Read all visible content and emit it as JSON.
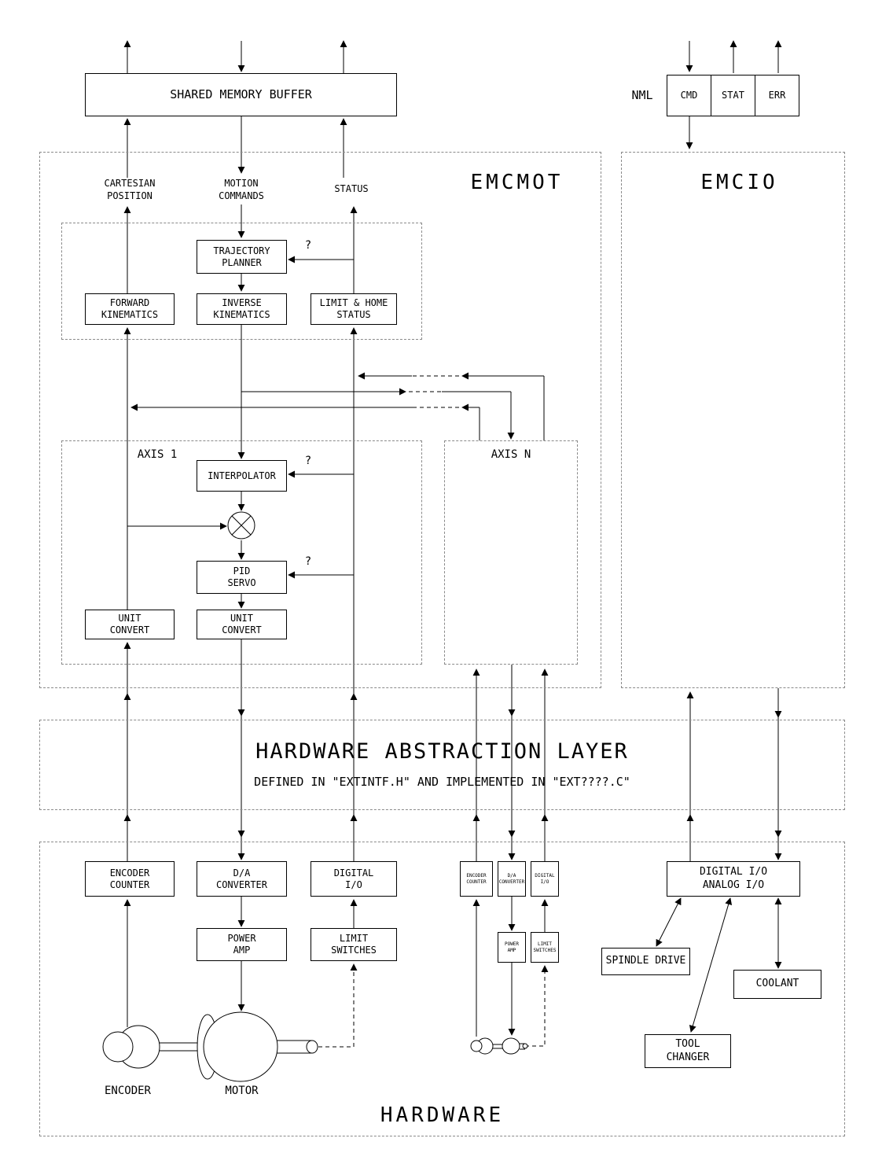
{
  "sections": {
    "emcmot": "EMCMOT",
    "emcio": "EMCIO",
    "hal_title": "HARDWARE ABSTRACTION LAYER",
    "hal_subtitle": "DEFINED IN \"EXTINTF.H\" AND IMPLEMENTED IN \"EXT????.C\"",
    "hardware": "HARDWARE"
  },
  "top": {
    "shared_memory_buffer": "SHARED MEMORY BUFFER",
    "nml": "NML",
    "cmd": "CMD",
    "stat": "STAT",
    "err": "ERR"
  },
  "emcmot": {
    "cartesian_position": "CARTESIAN\nPOSITION",
    "motion_commands": "MOTION\nCOMMANDS",
    "status": "STATUS",
    "trajectory_planner": "TRAJECTORY\nPLANNER",
    "forward_kinematics": "FORWARD\nKINEMATICS",
    "inverse_kinematics": "INVERSE\nKINEMATICS",
    "limit_home_status": "LIMIT & HOME\nSTATUS",
    "axis1": "AXIS 1",
    "axisn": "AXIS N",
    "interpolator": "INTERPOLATOR",
    "pid_servo": "PID\nSERVO",
    "unit_convert": "UNIT\nCONVERT",
    "question_mark": "?"
  },
  "hardware": {
    "encoder_counter": "ENCODER\nCOUNTER",
    "da_converter": "D/A\nCONVERTER",
    "digital_io": "DIGITAL\nI/O",
    "power_amp": "POWER\nAMP",
    "limit_switches": "LIMIT\nSWITCHES",
    "encoder": "ENCODER",
    "motor": "MOTOR",
    "digital_analog_io": "DIGITAL I/O\nANALOG I/O",
    "spindle_drive": "SPINDLE DRIVE",
    "coolant": "COOLANT",
    "tool_changer": "TOOL\nCHANGER"
  }
}
